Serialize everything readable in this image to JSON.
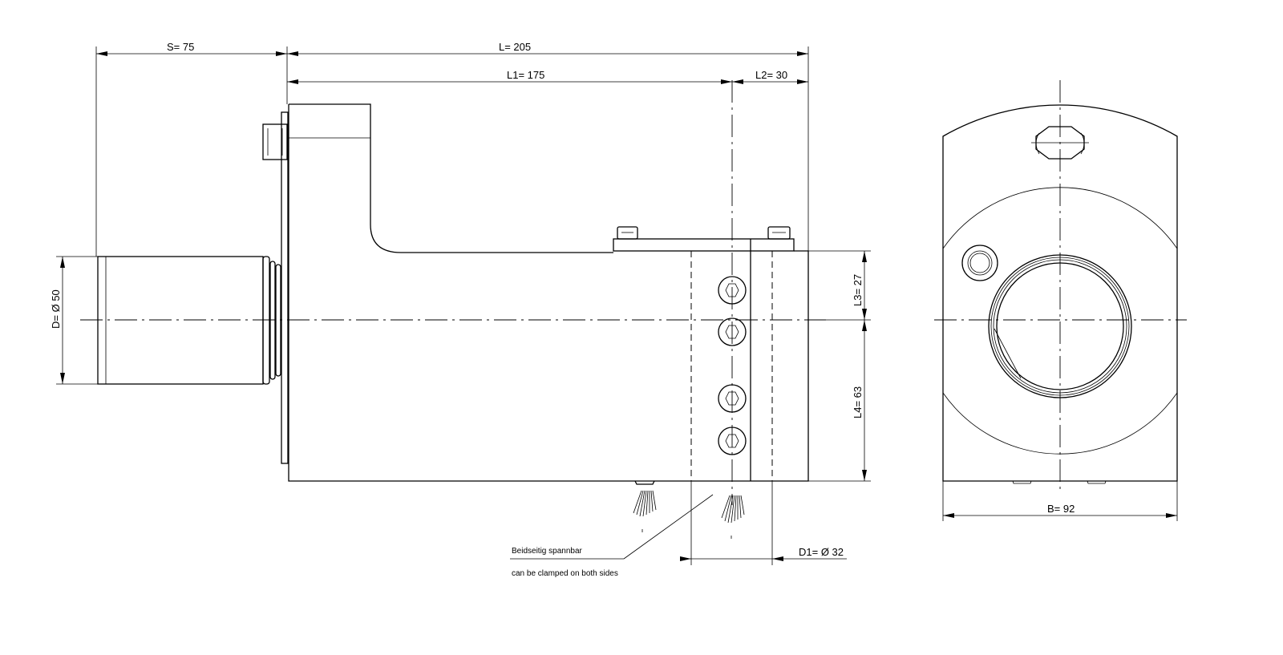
{
  "dimensions": {
    "S": "S= 75",
    "L": "L= 205",
    "L1": "L1= 175",
    "L2": "L2= 30",
    "D": "D= Ø 50",
    "L3": "L3= 27",
    "L4": "L4= 63",
    "D1": "D1= Ø 32",
    "B": "B= 92"
  },
  "notes": {
    "de": "Beidseitig spannbar",
    "en": "can be clamped on both sides"
  }
}
